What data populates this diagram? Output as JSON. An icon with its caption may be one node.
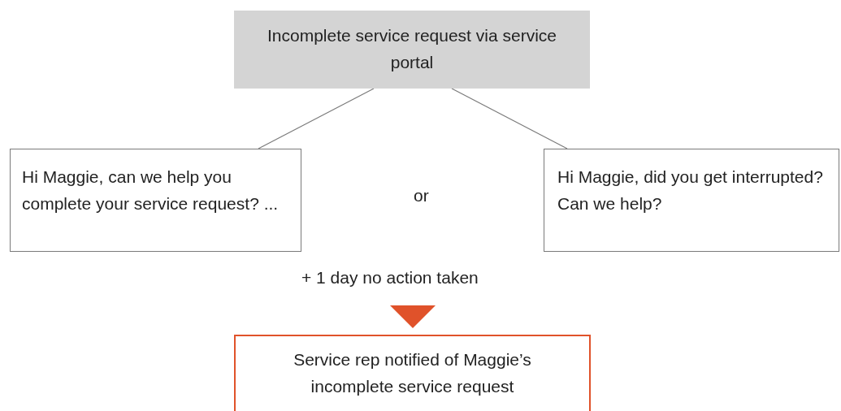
{
  "diagram": {
    "nodes": [
      {
        "text": [
          "Incomplete service request via service portal"
        ]
      },
      {
        "text": [
          "Hi Maggie, can we help you complete your service request? ..."
        ]
      },
      {
        "text": [
          "Hi Maggie, did you get interrupted? Can we help?"
        ]
      },
      {
        "text": [
          "Service rep notified of Maggie’s incomplete service request"
        ]
      }
    ],
    "edges": [
      {
        "from": 0,
        "to": 1,
        "arrow": "none"
      },
      {
        "from": 0,
        "to": 2,
        "arrow": "none"
      },
      {
        "from": null,
        "to": 3,
        "arrow": "to",
        "color": "#e0522a"
      }
    ],
    "labels": [
      "or",
      "+ 1 day no action taken"
    ]
  }
}
